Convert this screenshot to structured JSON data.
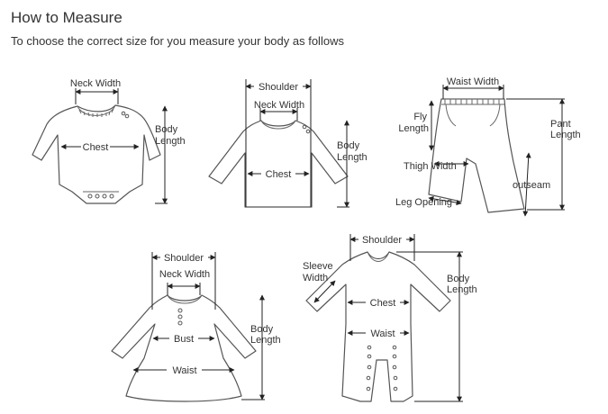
{
  "header": {
    "title": "How to Measure",
    "subtitle": "To choose the correct size for you measure your body as follows"
  },
  "bodysuit": {
    "neck_width": "Neck Width",
    "chest": "Chest",
    "body_length_1": "Body",
    "body_length_2": "Length"
  },
  "tshirt": {
    "shoulder": "Shoulder",
    "neck_width": "Neck Width",
    "chest": "Chest",
    "body_length_1": "Body",
    "body_length_2": "Length"
  },
  "pants": {
    "waist_width": "Waist Width",
    "fly_length_1": "Fly",
    "fly_length_2": "Length",
    "pant_length_1": "Pant",
    "pant_length_2": "Length",
    "thigh_width": "Thigh Width",
    "outseam": "outseam",
    "leg_opening": "Leg Opening"
  },
  "dress": {
    "shoulder": "Shoulder",
    "neck_width": "Neck Width",
    "bust": "Bust",
    "waist": "Waist",
    "body_length_1": "Body",
    "body_length_2": "Length"
  },
  "romper": {
    "shoulder": "Shoulder",
    "sleeve_width_1": "Sleeve",
    "sleeve_width_2": "Width",
    "chest": "Chest",
    "waist": "Waist",
    "body_length_1": "Body",
    "body_length_2": "Length"
  }
}
